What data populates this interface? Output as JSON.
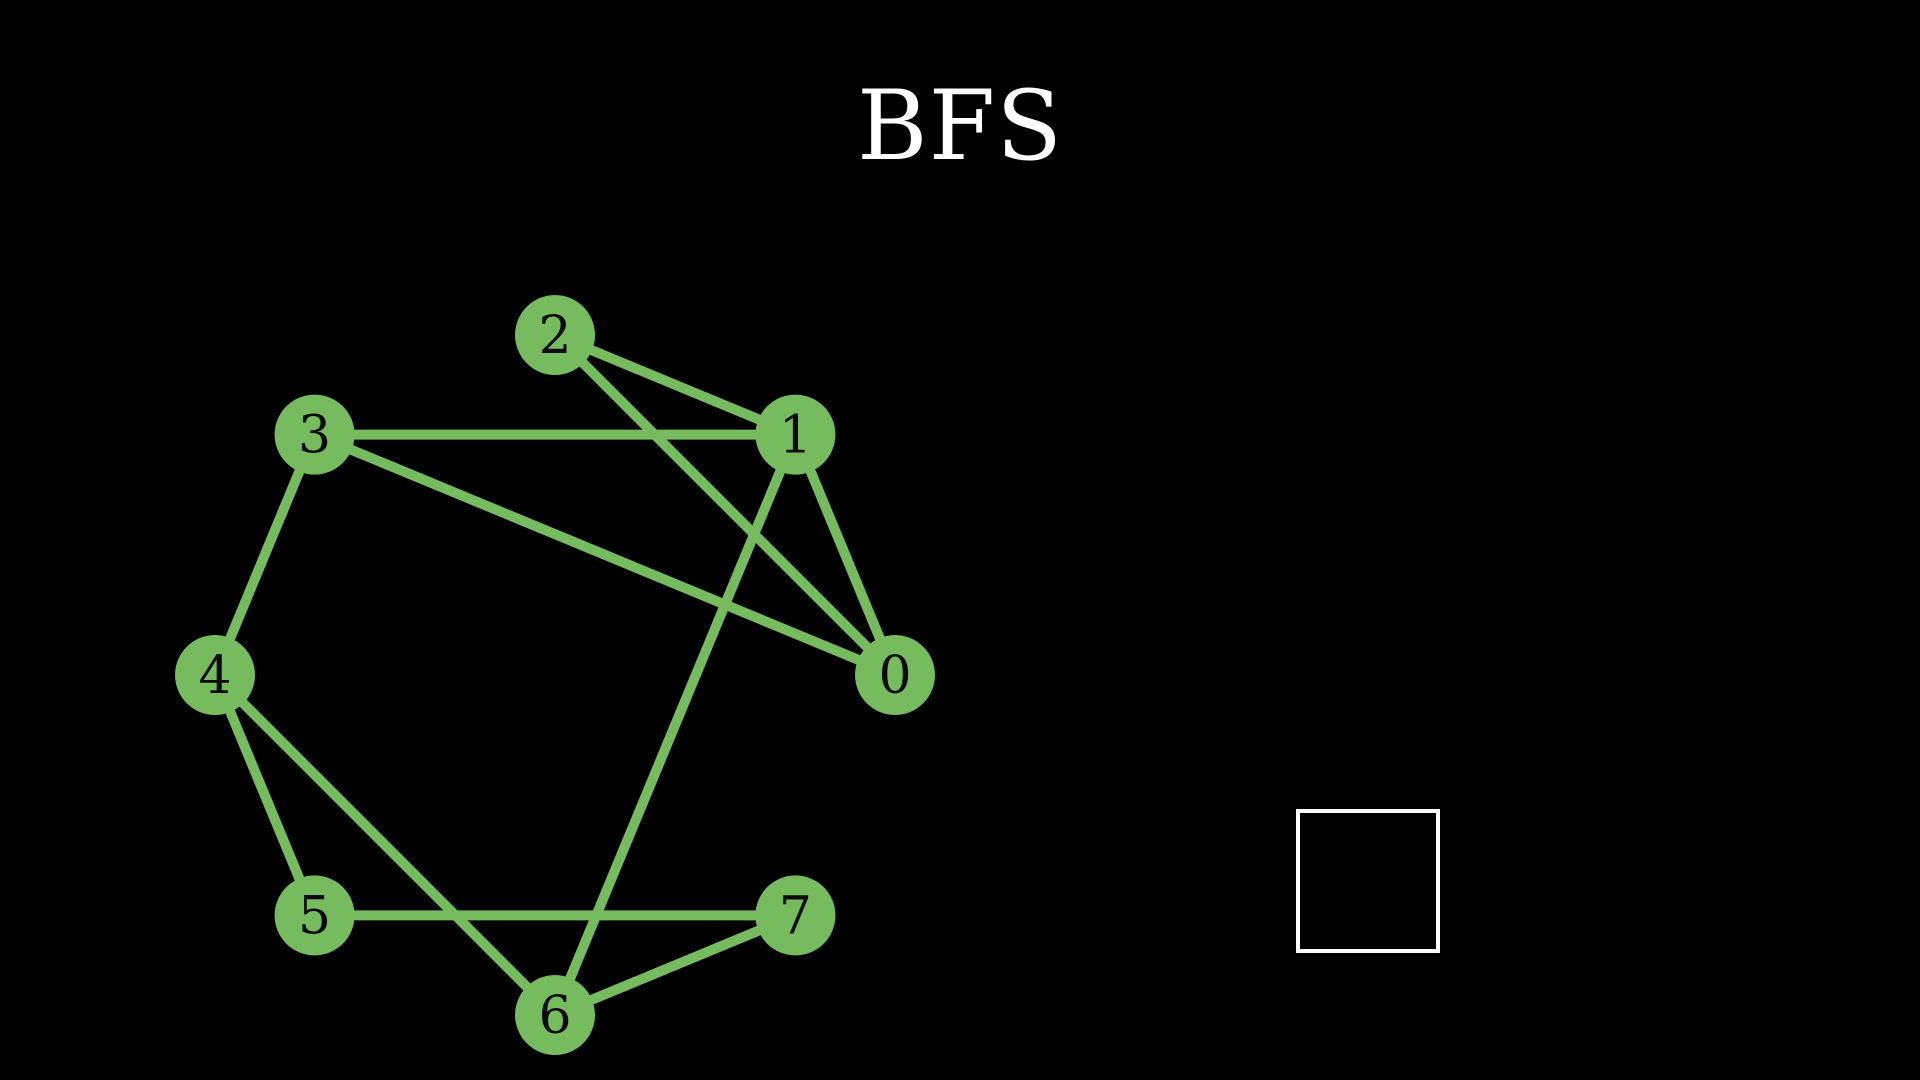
{
  "title": "BFS",
  "colors": {
    "background": "#000000",
    "node_fill": "#77bb5f",
    "edge_stroke": "#77bb5f",
    "label": "#0a0a0a",
    "title": "#ffffff",
    "queue_border": "#ffffff"
  },
  "graph": {
    "nodes": [
      {
        "id": "0",
        "label": "0"
      },
      {
        "id": "1",
        "label": "1"
      },
      {
        "id": "2",
        "label": "2"
      },
      {
        "id": "3",
        "label": "3"
      },
      {
        "id": "4",
        "label": "4"
      },
      {
        "id": "5",
        "label": "5"
      },
      {
        "id": "6",
        "label": "6"
      },
      {
        "id": "7",
        "label": "7"
      }
    ],
    "edges": [
      [
        "2",
        "1"
      ],
      [
        "2",
        "0"
      ],
      [
        "3",
        "1"
      ],
      [
        "3",
        "0"
      ],
      [
        "1",
        "0"
      ],
      [
        "1",
        "6"
      ],
      [
        "3",
        "4"
      ],
      [
        "4",
        "5"
      ],
      [
        "4",
        "6"
      ],
      [
        "5",
        "7"
      ],
      [
        "6",
        "7"
      ]
    ]
  },
  "queue": {
    "items": []
  }
}
